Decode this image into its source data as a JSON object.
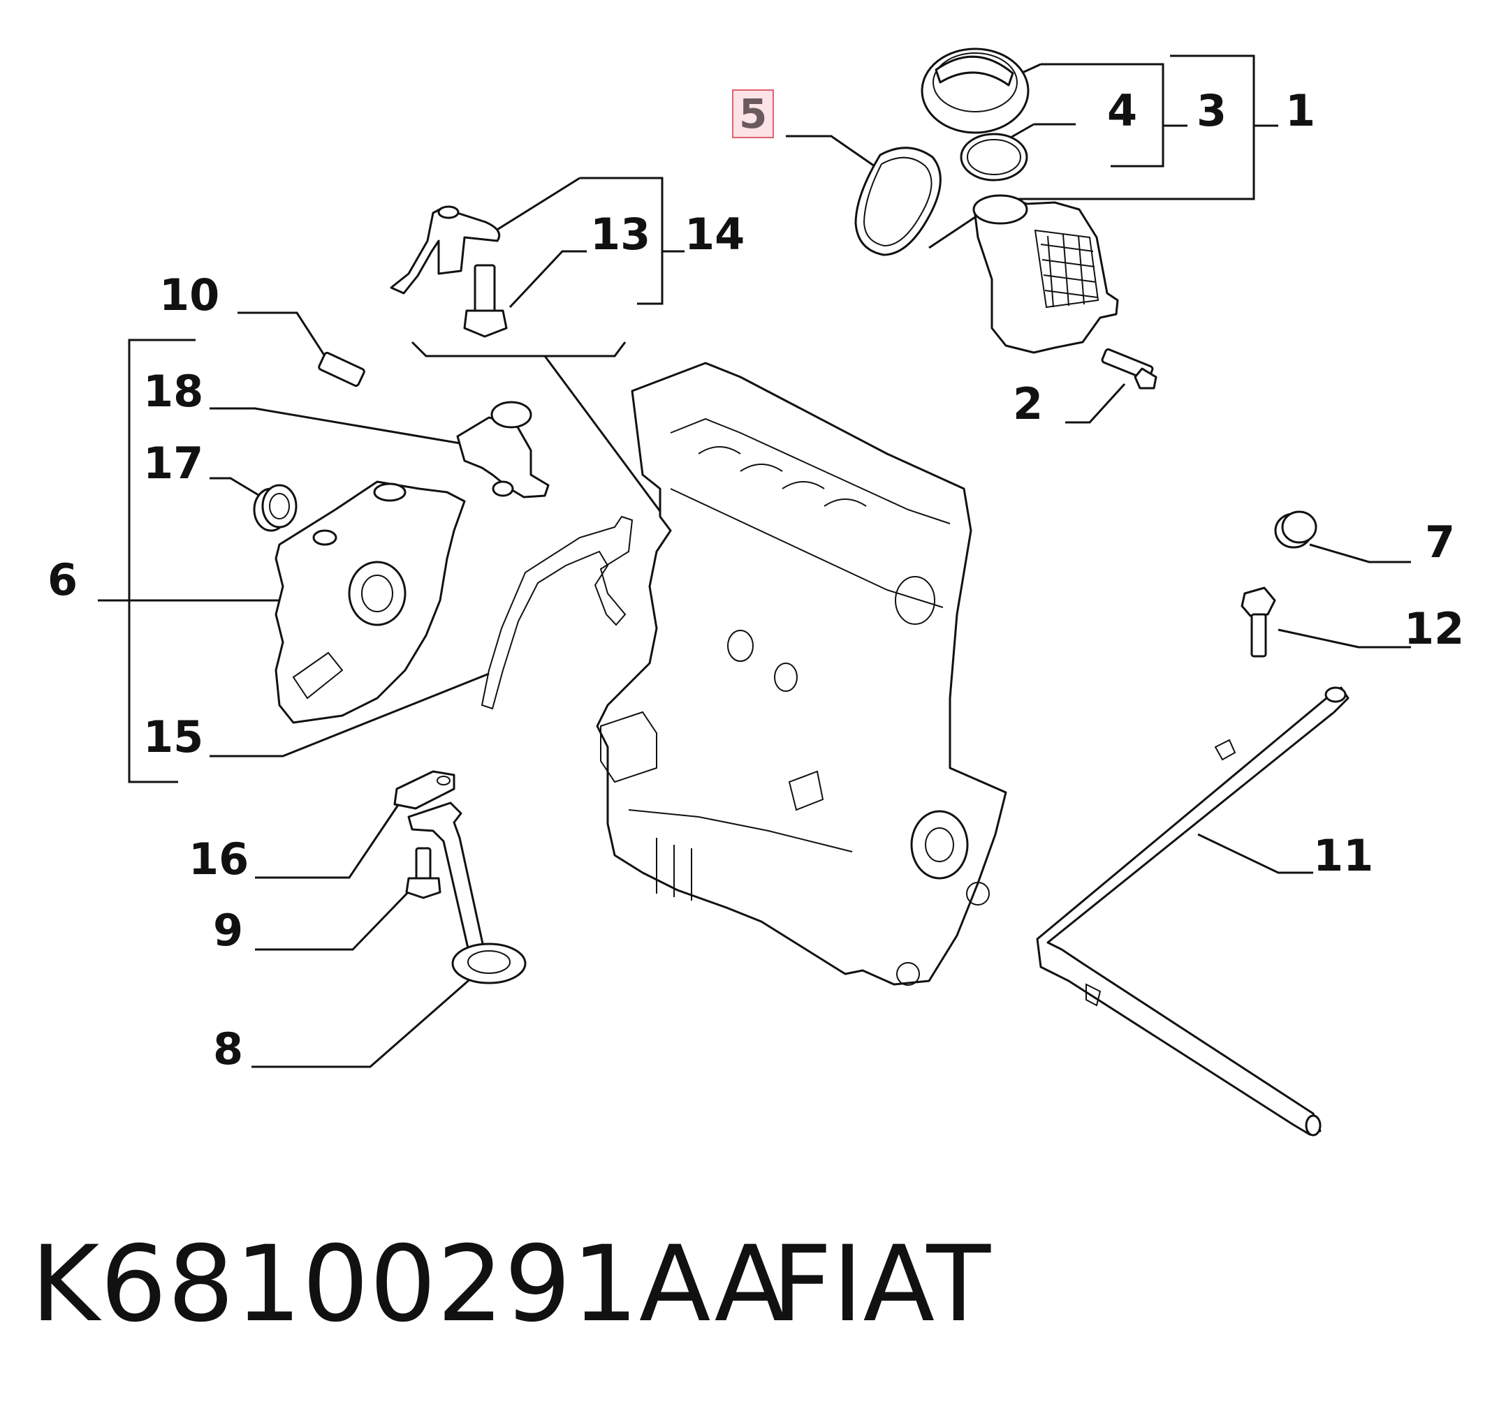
{
  "callouts": {
    "c1": "1",
    "c2": "2",
    "c3": "3",
    "c4": "4",
    "c5": "5",
    "c6": "6",
    "c7": "7",
    "c8": "8",
    "c9": "9",
    "c10": "10",
    "c11": "11",
    "c12": "12",
    "c13": "13",
    "c14": "14",
    "c15": "15",
    "c16": "16",
    "c17": "17",
    "c18": "18"
  },
  "highlighted_callout": "5",
  "colors": {
    "highlight_border": "#e06070",
    "highlight_fill": "#fbe3e6",
    "ink": "#111111"
  },
  "footer": {
    "part_number": "K68100291AA",
    "brand": "FIAT"
  }
}
